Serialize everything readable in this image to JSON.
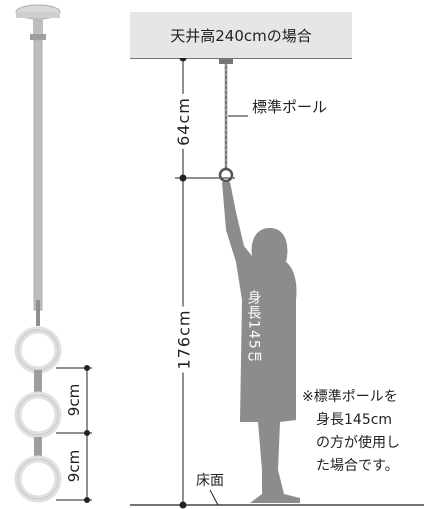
{
  "ceiling_label": "天井高240cmの場合",
  "pole_label": "標準ポール",
  "dim_upper": "64cm",
  "dim_lower": "176cm",
  "floor_label": "床面",
  "person_height": "身長145㎝",
  "note": "※標準ポールを\n　身長145cm\n　の方が使用し\n　た場合です。",
  "ring_dim_top": "9cm",
  "ring_dim_bottom": "9cm",
  "colors": {
    "silhouette": "#8c8c8c",
    "pole": "#b5b5b5",
    "line": "#222222",
    "ceiling_box": "#e6e6e6"
  }
}
